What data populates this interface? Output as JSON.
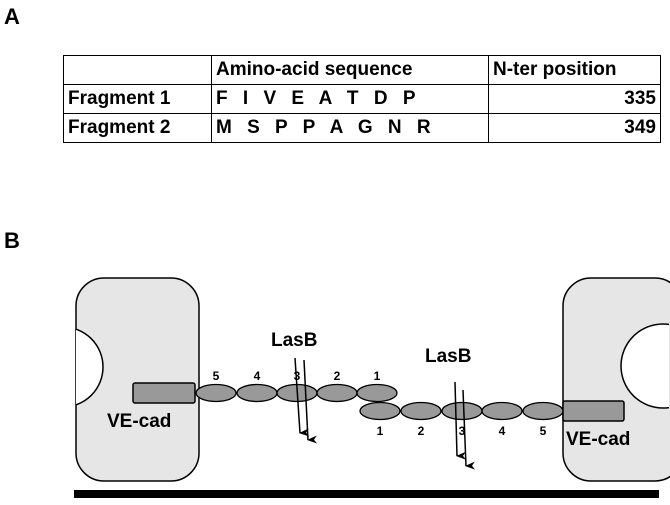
{
  "panel_a": {
    "label": "A",
    "table": {
      "headers": [
        "",
        "Amino-acid sequence",
        "N-ter position"
      ],
      "rows": [
        {
          "name": "Fragment 1",
          "sequence": "F I V E A T D P",
          "position": "335"
        },
        {
          "name": "Fragment 2",
          "sequence": "M S P P A G N R",
          "position": "349"
        }
      ]
    }
  },
  "panel_b": {
    "label": "B",
    "left_protein_label": "VE-cad",
    "right_protein_label": "VE-cad",
    "protease_label_left": "LasB",
    "protease_label_right": "LasB",
    "top_domain_numbers": [
      "5",
      "4",
      "3",
      "2",
      "1"
    ],
    "bottom_domain_numbers": [
      "1",
      "2",
      "3",
      "4",
      "5"
    ],
    "colors": {
      "cell_fill": "#e6e6e6",
      "domain_fill": "#999999",
      "stroke": "#000000"
    }
  }
}
